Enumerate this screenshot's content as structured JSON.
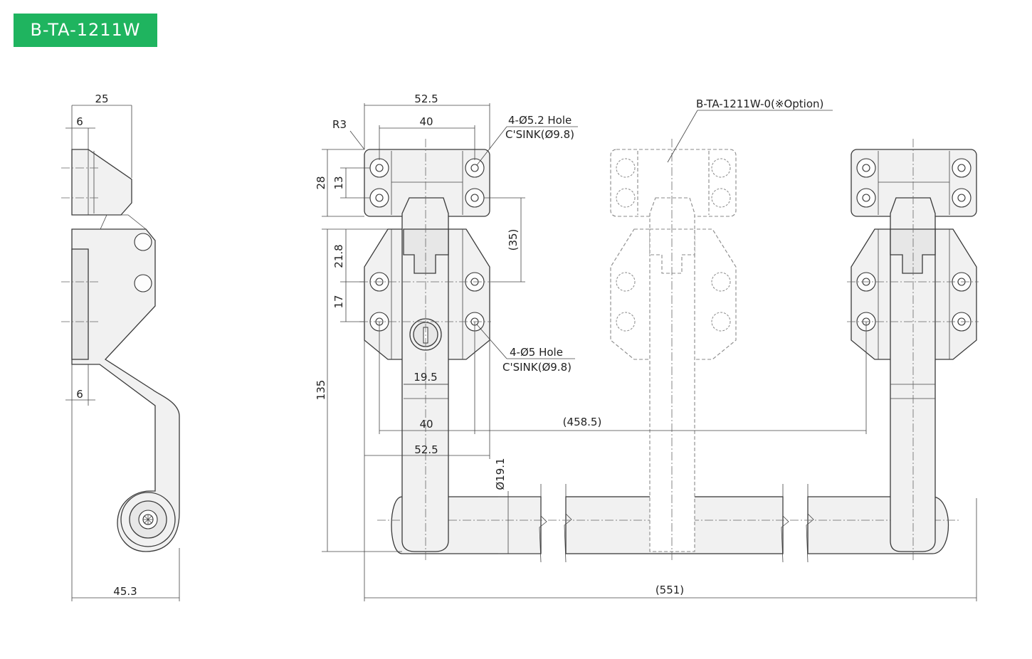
{
  "title": "B-TA-1211W",
  "colors": {
    "badge": "#1fb45f",
    "badge_text": "#ffffff",
    "line": "#3a3a3a"
  },
  "side_view": {
    "dim_top": "25",
    "dim_top_inner": "6",
    "dim_bottom_inner": "6",
    "dim_bottom": "45.3"
  },
  "front_view": {
    "dim_width_top": "52.5",
    "dim_hole_pitch_top": "40",
    "radius_label": "R3",
    "hole_note_top_1": "4-Ø5.2 Hole",
    "hole_note_top_2": "C'SINK(Ø9.8)",
    "dim_height_28": "28",
    "dim_height_13": "13",
    "dim_35": "(35)",
    "dim_21_8": "21.8",
    "dim_17": "17",
    "hole_note_mid_1": "4-Ø5 Hole",
    "hole_note_mid_2": "C'SINK(Ø9.8)",
    "dim_handle_width": "19.5",
    "dim_135": "135",
    "dim_40_lower": "40",
    "dim_spacing": "(458.5)",
    "dim_52_5_lower": "52.5",
    "dim_bar_dia": "Ø19.1",
    "dim_total": "(551)"
  },
  "option_label": "B-TA-1211W-0(※Option)"
}
